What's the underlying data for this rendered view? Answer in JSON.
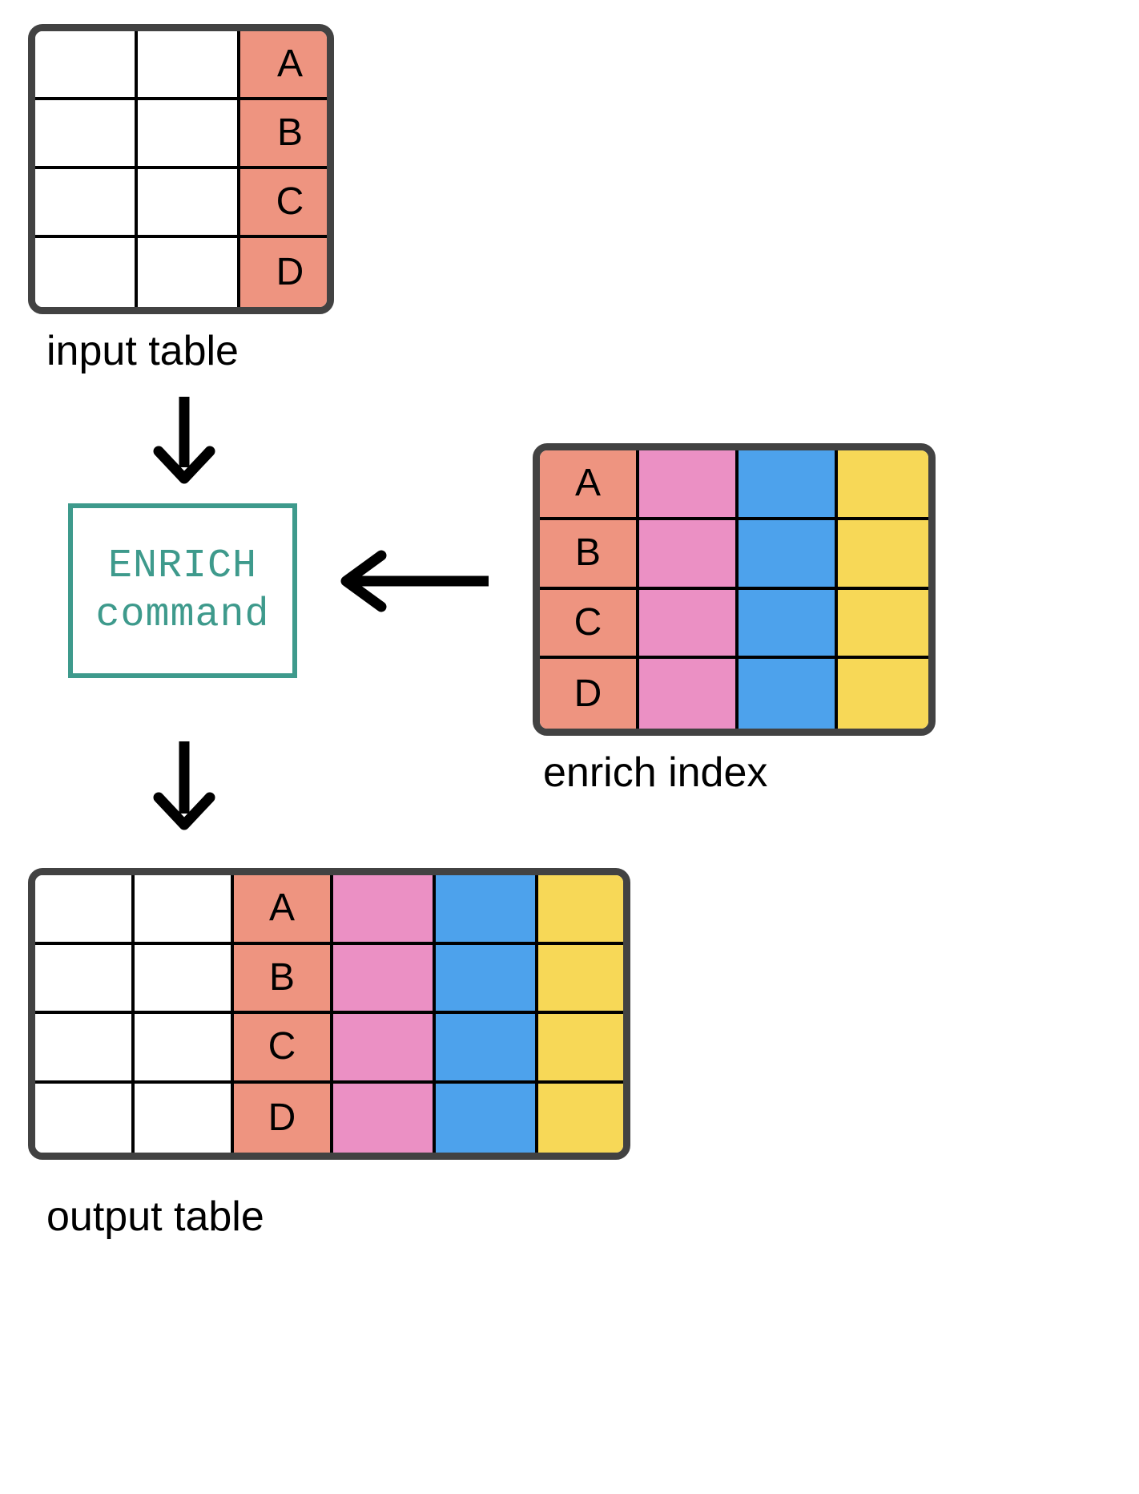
{
  "diagram": {
    "title": "ENRICH command data flow",
    "colors": {
      "salmon": "#ee9480",
      "pink": "#eb90c4",
      "blue": "#4da2ec",
      "yellow": "#f7d857",
      "frame": "#424242",
      "gridline": "#000000",
      "accent_teal": "#3e9a8c",
      "arrow": "#000000",
      "background": "#ffffff"
    }
  },
  "input_table": {
    "caption": "input table",
    "columns": [
      "white",
      "white",
      "salmon"
    ],
    "rows": [
      {
        "cells": [
          {
            "fill": "white",
            "text": ""
          },
          {
            "fill": "white",
            "text": ""
          },
          {
            "fill": "salmon",
            "text": "A"
          }
        ]
      },
      {
        "cells": [
          {
            "fill": "white",
            "text": ""
          },
          {
            "fill": "white",
            "text": ""
          },
          {
            "fill": "salmon",
            "text": "B"
          }
        ]
      },
      {
        "cells": [
          {
            "fill": "white",
            "text": ""
          },
          {
            "fill": "white",
            "text": ""
          },
          {
            "fill": "salmon",
            "text": "C"
          }
        ]
      },
      {
        "cells": [
          {
            "fill": "white",
            "text": ""
          },
          {
            "fill": "white",
            "text": ""
          },
          {
            "fill": "salmon",
            "text": "D"
          }
        ]
      }
    ]
  },
  "command_box": {
    "line1": "ENRICH",
    "line2": "command"
  },
  "enrich_index": {
    "caption": "enrich index",
    "columns": [
      "salmon",
      "pink",
      "blue",
      "yellow"
    ],
    "rows": [
      {
        "cells": [
          {
            "fill": "salmon",
            "text": "A"
          },
          {
            "fill": "pink",
            "text": ""
          },
          {
            "fill": "blue",
            "text": ""
          },
          {
            "fill": "yellow",
            "text": ""
          }
        ]
      },
      {
        "cells": [
          {
            "fill": "salmon",
            "text": "B"
          },
          {
            "fill": "pink",
            "text": ""
          },
          {
            "fill": "blue",
            "text": ""
          },
          {
            "fill": "yellow",
            "text": ""
          }
        ]
      },
      {
        "cells": [
          {
            "fill": "salmon",
            "text": "C"
          },
          {
            "fill": "pink",
            "text": ""
          },
          {
            "fill": "blue",
            "text": ""
          },
          {
            "fill": "yellow",
            "text": ""
          }
        ]
      },
      {
        "cells": [
          {
            "fill": "salmon",
            "text": "D"
          },
          {
            "fill": "pink",
            "text": ""
          },
          {
            "fill": "blue",
            "text": ""
          },
          {
            "fill": "yellow",
            "text": ""
          }
        ]
      }
    ]
  },
  "output_table": {
    "caption": "output table",
    "columns": [
      "white",
      "white",
      "salmon",
      "pink",
      "blue",
      "yellow"
    ],
    "rows": [
      {
        "cells": [
          {
            "fill": "white",
            "text": ""
          },
          {
            "fill": "white",
            "text": ""
          },
          {
            "fill": "salmon",
            "text": "A"
          },
          {
            "fill": "pink",
            "text": ""
          },
          {
            "fill": "blue",
            "text": ""
          },
          {
            "fill": "yellow",
            "text": ""
          }
        ]
      },
      {
        "cells": [
          {
            "fill": "white",
            "text": ""
          },
          {
            "fill": "white",
            "text": ""
          },
          {
            "fill": "salmon",
            "text": "B"
          },
          {
            "fill": "pink",
            "text": ""
          },
          {
            "fill": "blue",
            "text": ""
          },
          {
            "fill": "yellow",
            "text": ""
          }
        ]
      },
      {
        "cells": [
          {
            "fill": "white",
            "text": ""
          },
          {
            "fill": "white",
            "text": ""
          },
          {
            "fill": "salmon",
            "text": "C"
          },
          {
            "fill": "pink",
            "text": ""
          },
          {
            "fill": "blue",
            "text": ""
          },
          {
            "fill": "yellow",
            "text": ""
          }
        ]
      },
      {
        "cells": [
          {
            "fill": "white",
            "text": ""
          },
          {
            "fill": "white",
            "text": ""
          },
          {
            "fill": "salmon",
            "text": "D"
          },
          {
            "fill": "pink",
            "text": ""
          },
          {
            "fill": "blue",
            "text": ""
          },
          {
            "fill": "yellow",
            "text": ""
          }
        ]
      }
    ]
  },
  "arrows": [
    {
      "name": "input-to-command",
      "direction": "down"
    },
    {
      "name": "index-to-command",
      "direction": "left"
    },
    {
      "name": "command-to-output",
      "direction": "down"
    }
  ]
}
